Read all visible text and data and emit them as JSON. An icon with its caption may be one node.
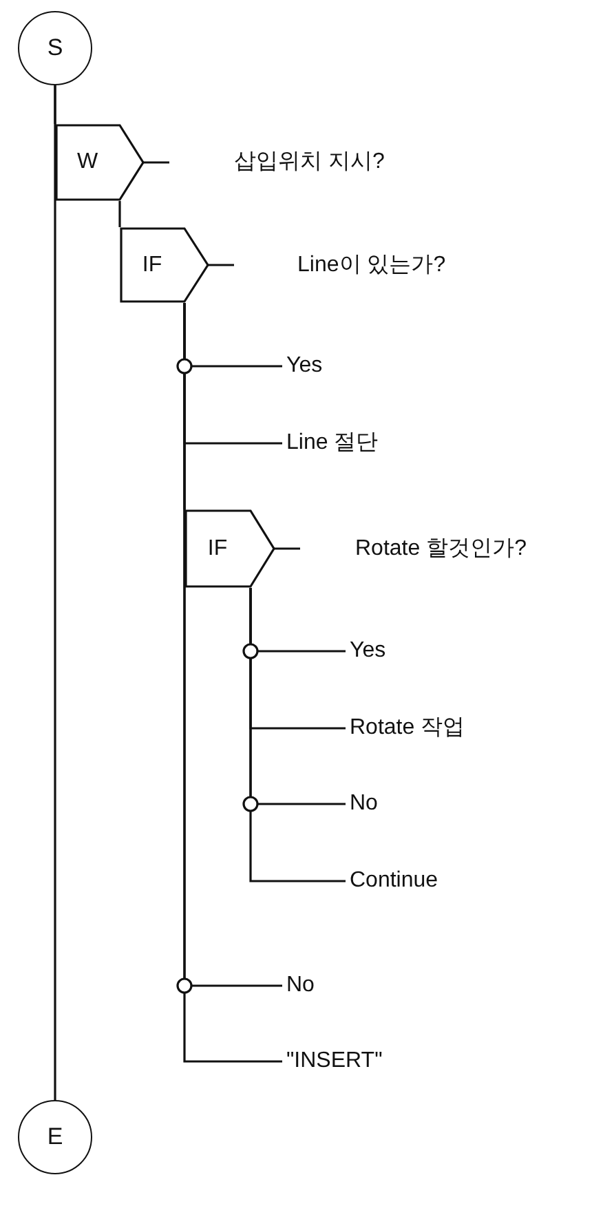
{
  "diagram": {
    "nodes": [
      {
        "text": [
          "S"
        ]
      },
      {
        "text": [
          "W"
        ],
        "beside": [
          "삽입위치 지시?"
        ]
      },
      {
        "text": [
          "IF"
        ],
        "beside": [
          "Line이 있는가?"
        ]
      },
      {
        "text": [
          "Yes"
        ]
      },
      {
        "text": [
          "Line 절단"
        ]
      },
      {
        "text": [
          "IF"
        ],
        "beside": [
          "Rotate 할것인가?"
        ]
      },
      {
        "text": [
          "Yes"
        ]
      },
      {
        "text": [
          "Rotate 작업"
        ]
      },
      {
        "text": [
          "No"
        ]
      },
      {
        "text": [
          "Continue"
        ]
      },
      {
        "text": [
          "No"
        ]
      },
      {
        "text": [
          "\"INSERT\""
        ]
      },
      {
        "text": [
          "E"
        ]
      }
    ],
    "edges": [
      {
        "from": 0,
        "to": 12,
        "arrow": "none"
      },
      {
        "from": 0,
        "to": 1,
        "arrow": "none"
      },
      {
        "from": 1,
        "to": 2,
        "arrow": "none"
      },
      {
        "from": 2,
        "to": 3,
        "arrow": "none"
      },
      {
        "from": 2,
        "to": 4,
        "arrow": "none"
      },
      {
        "from": 2,
        "to": 5,
        "arrow": "none"
      },
      {
        "from": 5,
        "to": 6,
        "arrow": "none"
      },
      {
        "from": 5,
        "to": 7,
        "arrow": "none"
      },
      {
        "from": 5,
        "to": 8,
        "arrow": "none"
      },
      {
        "from": 5,
        "to": 9,
        "arrow": "none"
      },
      {
        "from": 2,
        "to": 10,
        "arrow": "none"
      },
      {
        "from": 2,
        "to": 11,
        "arrow": "none"
      }
    ]
  }
}
